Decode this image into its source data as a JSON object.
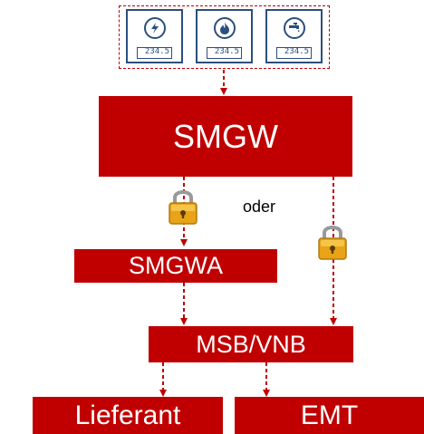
{
  "meters": [
    {
      "icon": "lightning-icon",
      "reading": "234.5"
    },
    {
      "icon": "flame-icon",
      "reading": "234.5"
    },
    {
      "icon": "water-tap-icon",
      "reading": "234.5"
    }
  ],
  "nodes": {
    "smgw": "SMGW",
    "smgwa": "SMGWA",
    "msb_vnb": "MSB/VNB",
    "lieferant": "Lieferant",
    "emt": "EMT"
  },
  "connector_label": "oder",
  "colors": {
    "accent": "#c00000",
    "meter_blue": "#2b4f7e",
    "lock_gold": "#e8a317"
  }
}
